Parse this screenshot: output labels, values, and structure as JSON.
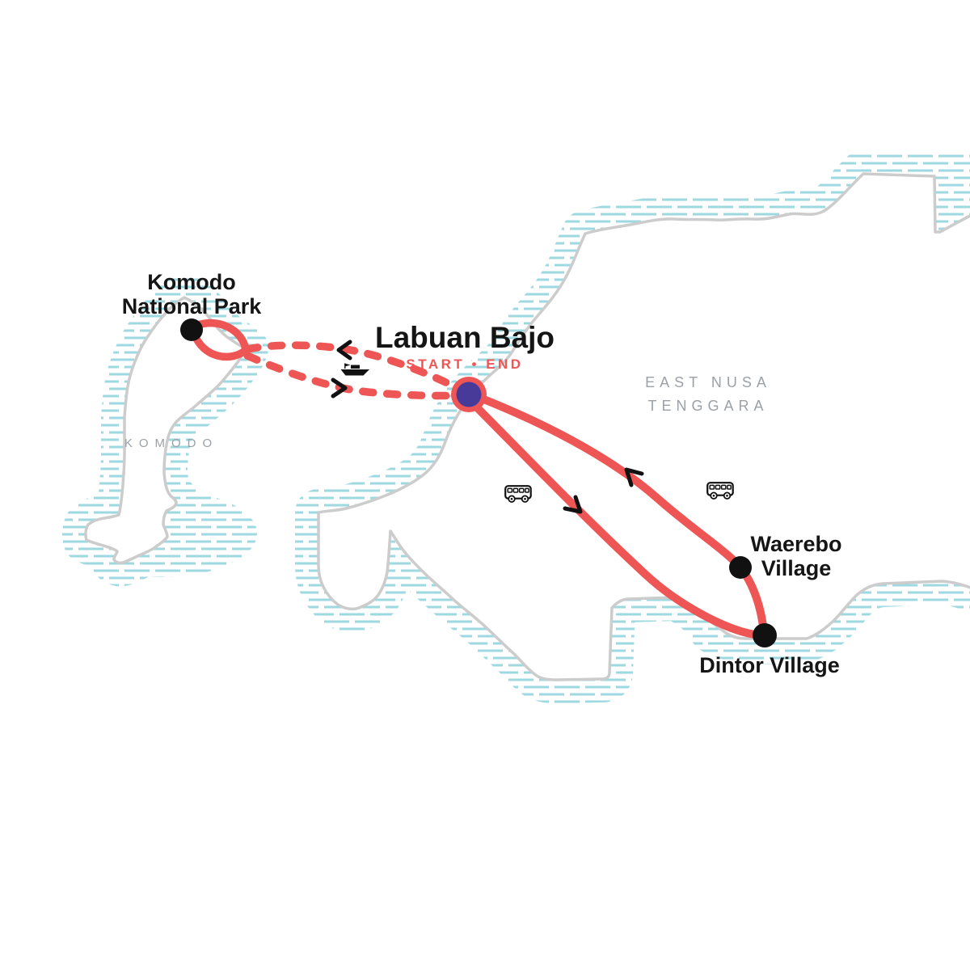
{
  "map": {
    "locations": {
      "komodo_np": {
        "line1": "Komodo",
        "line2": "National Park"
      },
      "labuan_bajo": {
        "name": "Labuan Bajo",
        "subtitle": "START • END"
      },
      "waerebo": {
        "line1": "Waerebo",
        "line2": "Village"
      },
      "dintor": {
        "name": "Dintor Village"
      }
    },
    "region_labels": {
      "province_line1": "EAST NUSA",
      "province_line2": "TENGGARA",
      "island": "KOMODO"
    },
    "icons": {
      "boat": "boat-icon",
      "bus": "bus-icon",
      "arrows": "chevron-arrow-icon"
    },
    "colors": {
      "route": "#EE5656",
      "start_marker": "#483A99",
      "stop_marker": "#111111",
      "coastline": "#CCCCCC",
      "water_hatch": "#9ED9E1",
      "land": "#FFFFFF",
      "label": "#151515",
      "region_label": "#9BA1A6",
      "ink": "#111111"
    }
  }
}
